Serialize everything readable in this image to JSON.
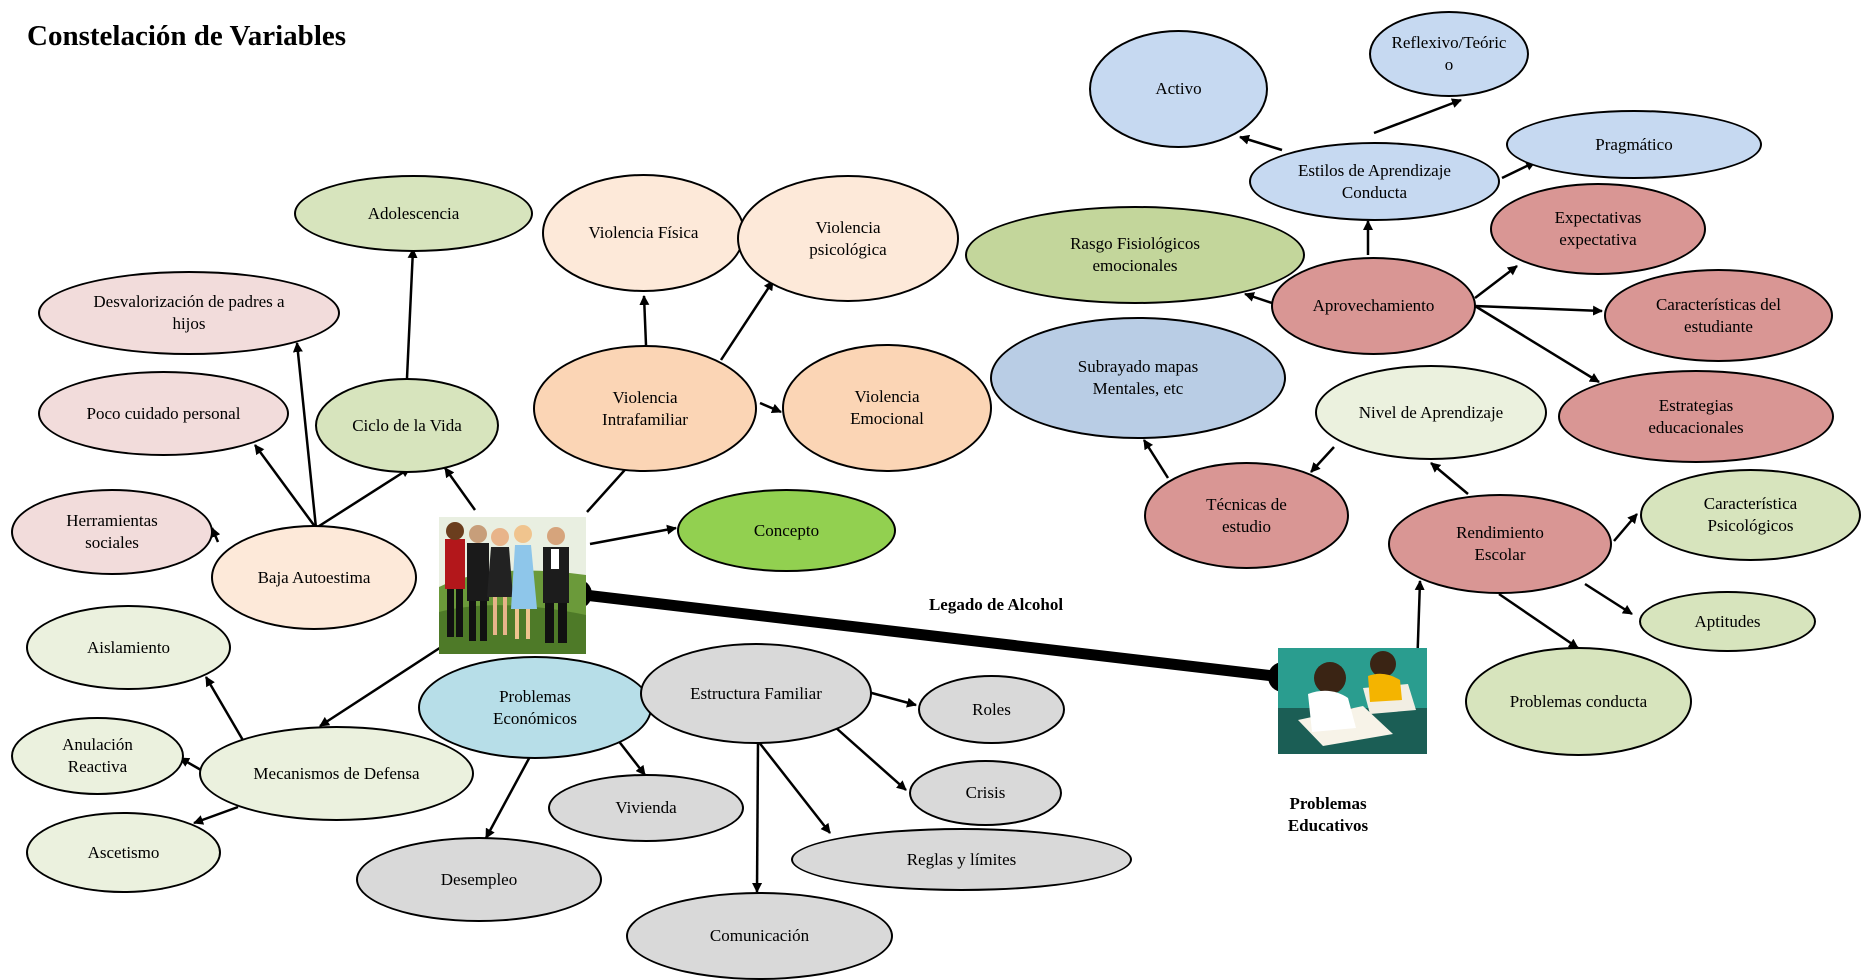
{
  "title": "Constelación de Variables",
  "labels": {
    "legado": "Legado de Alcohol",
    "problemas_educativos": "Problemas\nEducativos"
  },
  "colors": {
    "pink": "#f2dcdb",
    "light_green": "#ebf1de",
    "green": "#d7e4bd",
    "peach": "#fbd5b5",
    "light_peach": "#fde9d9",
    "bright_green": "#92d050",
    "light_blue": "#b7dee8",
    "blue": "#c6d9f1",
    "steel_blue": "#b9cde5",
    "gray": "#d9d9d9",
    "rose": "#d99694"
  },
  "nodes": {
    "adolescencia": "Adolescencia",
    "desvalorizacion": "Desvalorización de padres a\nhijos",
    "poco_cuidado": "Poco cuidado personal",
    "ciclo_vida": "Ciclo de la Vida",
    "herramientas": "Herramientas\nsociales",
    "baja_autoestima": "Baja Autoestima",
    "aislamiento": "Aislamiento",
    "anulacion": "Anulación\nReactiva",
    "mecanismos": "Mecanismos de Defensa",
    "ascetismo": "Ascetismo",
    "violencia_fisica": "Violencia Física",
    "violencia_psicologica": "Violencia\npsicológica",
    "violencia_intrafamiliar": "Violencia\nIntrafamiliar",
    "violencia_emocional": "Violencia\nEmocional",
    "concepto": "Concepto",
    "problemas_economicos": "Problemas\nEconómicos",
    "estructura_familiar": "Estructura Familiar",
    "roles": "Roles",
    "vivienda": "Vivienda",
    "crisis": "Crisis",
    "desempleo": "Desempleo",
    "reglas": "Reglas y límites",
    "comunicacion": "Comunicación",
    "activo": "Activo",
    "reflexivo": "Reflexivo/Teóric\no",
    "pragmatico": "Pragmático",
    "estilos": "Estilos de  Aprendizaje\nConducta",
    "expectativas": "Expectativas\nexpectativa",
    "rasgo": "Rasgo Fisiológicos\nemocionales",
    "aprovechamiento": "Aprovechamiento",
    "caracteristicas_estudiante": "Características del\nestudiante",
    "subrayado": "Subrayado mapas\nMentales, etc",
    "estrategias": "Estrategias\neducacionales",
    "nivel_aprendizaje": "Nivel de Aprendizaje",
    "tecnicas": "Técnicas de\nestudio",
    "rendimiento": "Rendimiento\nEscolar",
    "caracteristica_psico": "Característica\nPsicológicos",
    "aptitudes": "Aptitudes",
    "problemas_conducta": "Problemas conducta"
  }
}
